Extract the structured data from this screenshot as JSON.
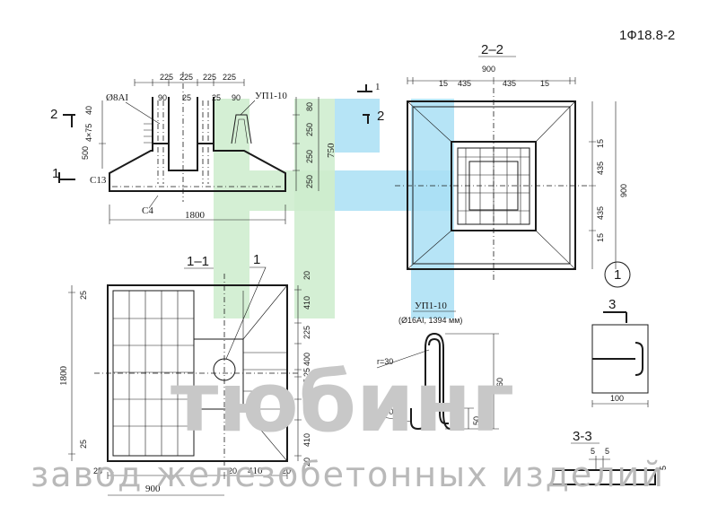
{
  "title": "1Ф18.8-2",
  "brand": {
    "name": "тюбинг",
    "tagline": "завод железобетонных изделий",
    "colors": {
      "green": "#cdeccc",
      "blue": "#a9dff4"
    }
  },
  "elevation": {
    "top_dims": [
      "225",
      "225",
      "225",
      "225"
    ],
    "upper_dims": [
      "90",
      "25",
      "25",
      "90"
    ],
    "rebar_label": "Ø8AI",
    "loop_label": "УП1-10",
    "left_dims": [
      "40",
      "4×75",
      "500"
    ],
    "right_dims": [
      "80",
      "250",
      "250",
      "250",
      "750"
    ],
    "mesh_c13": "С13",
    "mesh_c4": "С4",
    "width": "1800",
    "section_marks": [
      "2",
      "1",
      "1",
      "2"
    ]
  },
  "section_22": {
    "title": "2–2",
    "top_total": "900",
    "top_dims": [
      "15",
      "435",
      "435",
      "15"
    ],
    "right_dims": [
      "15",
      "435",
      "900",
      "435",
      "15"
    ]
  },
  "section_11": {
    "title": "1–1",
    "callout": "1",
    "left_total": "1800",
    "left_dims": [
      "25",
      "25"
    ],
    "right_dims": [
      "20",
      "410",
      "225",
      "400",
      "25",
      "25",
      "225",
      "410",
      "20"
    ],
    "bottom_dims": [
      "25",
      "20",
      "410",
      "20"
    ],
    "bottom_total": "900"
  },
  "loop_detail": {
    "title": "УП1-10",
    "subtitle": "(Ø16AI, 1394 мм)",
    "radius_top": "r=30",
    "radius_bottom": "r=30",
    "height": "560",
    "hook": "50"
  },
  "node_1": {
    "callout": "1",
    "mark": "3",
    "width": "100"
  },
  "section_33": {
    "title": "3-3",
    "dims": [
      "5",
      "5",
      "5"
    ]
  }
}
